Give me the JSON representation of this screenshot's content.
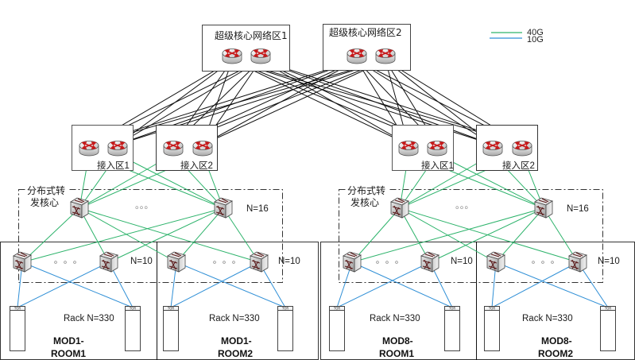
{
  "legend": {
    "items": [
      {
        "label": "40G",
        "color": "#2db36b"
      },
      {
        "label": "10G",
        "color": "#2f8fd6"
      }
    ]
  },
  "colors": {
    "link_core": "#111111",
    "link_40g": "#2db36b",
    "link_10g": "#2f8fd6",
    "router_arrow": "#c8191a"
  },
  "super_core": [
    {
      "label": "超级核心网络区1",
      "routers": 2
    },
    {
      "label": "超级核心网络区2",
      "routers": 2
    }
  ],
  "access_zones": [
    {
      "label": "接入区1",
      "group": "left"
    },
    {
      "label": "接入区2",
      "group": "left"
    },
    {
      "label": "接入区1",
      "group": "right"
    },
    {
      "label": "接入区2",
      "group": "right"
    }
  ],
  "distributed_core": [
    {
      "label_line1": "分布式转",
      "label_line2": "发核心",
      "count_label": "N=16",
      "ellipsis": "。。。"
    },
    {
      "label_line1": "分布式转",
      "label_line2": "发核心",
      "count_label": "N=16",
      "ellipsis": "。。。"
    }
  ],
  "rooms": [
    {
      "name_line1": "MOD1-",
      "name_line2": "ROOM1",
      "switch_count": "N=10",
      "rack_label": "Rack N=330",
      "tor_label": "TOR"
    },
    {
      "name_line1": "MOD1-",
      "name_line2": "ROOM2",
      "switch_count": "N=10",
      "rack_label": "Rack N=330",
      "tor_label": "TOR"
    },
    {
      "name_line1": "MOD8-",
      "name_line2": "ROOM1",
      "switch_count": "N=10",
      "rack_label": "Rack N=330",
      "tor_label": "TOR"
    },
    {
      "name_line1": "MOD8-",
      "name_line2": "ROOM2",
      "switch_count": "N=10",
      "rack_label": "Rack N=330",
      "tor_label": "TOR"
    }
  ]
}
